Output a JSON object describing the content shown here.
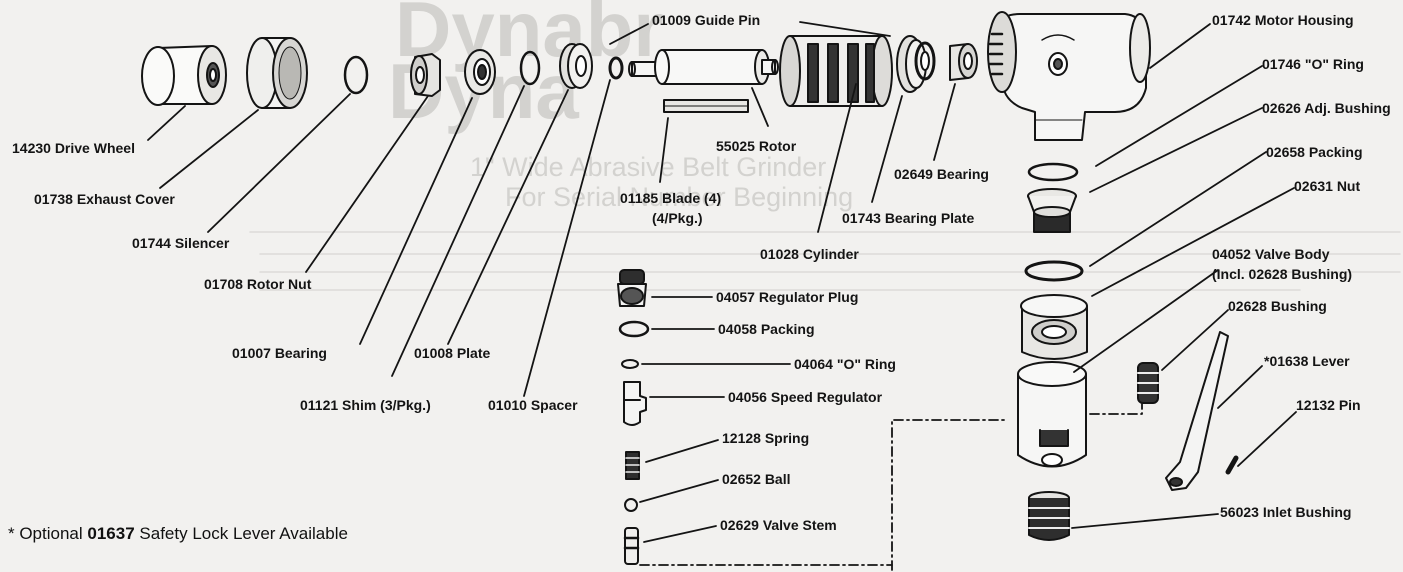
{
  "labels": {
    "guide_pin": "01009 Guide Pin",
    "motor_housing": "01742 Motor Housing",
    "o_ring_01746": "01746 \"O\" Ring",
    "adj_bushing": "02626 Adj. Bushing",
    "packing_02658": "02658 Packing",
    "nut_02631": "02631 Nut",
    "valve_body_line1": "04052 Valve Body",
    "valve_body_line2": "(Incl. 02628 Bushing)",
    "bushing_02628": "02628 Bushing",
    "lever": "*01638 Lever",
    "pin_12132": "12132 Pin",
    "inlet_bushing": "56023 Inlet Bushing",
    "drive_wheel": "14230 Drive Wheel",
    "exhaust_cover": "01738 Exhaust Cover",
    "silencer": "01744 Silencer",
    "rotor_nut": "01708 Rotor Nut",
    "bearing_01007": "01007 Bearing",
    "plate_01008": "01008 Plate",
    "shim": "01121 Shim (3/Pkg.)",
    "spacer": "01010 Spacer",
    "rotor": "55025 Rotor",
    "blade_line1": "01185 Blade (4)",
    "blade_line2": "(4/Pkg.)",
    "cylinder": "01028 Cylinder",
    "bearing_plate": "01743 Bearing Plate",
    "bearing_02649": "02649 Bearing",
    "regulator_plug": "04057 Regulator Plug",
    "packing_04058": "04058 Packing",
    "o_ring_04064": "04064 \"O\" Ring",
    "speed_regulator": "04056 Speed Regulator",
    "spring": "12128 Spring",
    "ball": "02652 Ball",
    "valve_stem": "02629 Valve Stem"
  },
  "footnote": {
    "prefix": "* Optional ",
    "part_number": "01637",
    "middle": " Safety Lock Lever ",
    "suffix": "Available"
  },
  "show_through": {
    "big1": "Dynabr",
    "big2": "Dyna",
    "sub1": "1\" Wide Abrasive Belt Grinder",
    "sub2": "For Serial Number Beginning"
  },
  "colors": {
    "ink": "#141414",
    "paper": "#f2f1ef",
    "show_through": "#d3d2cf"
  }
}
